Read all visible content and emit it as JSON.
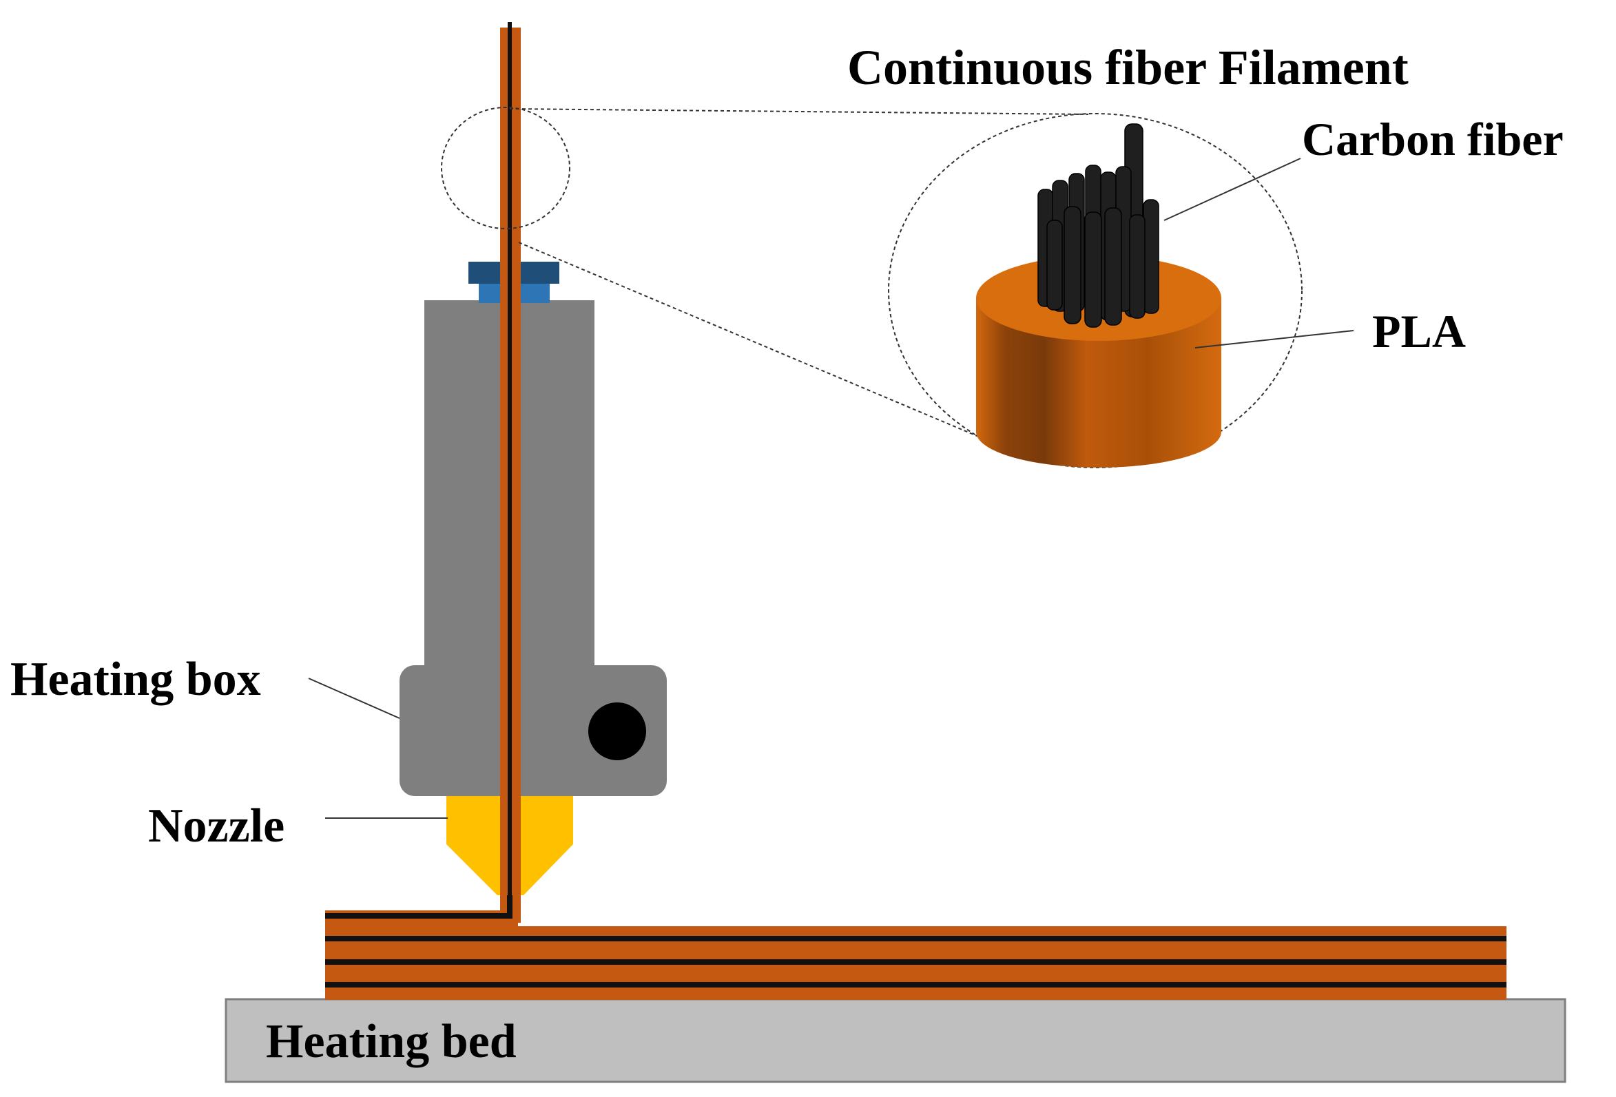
{
  "labels": {
    "filament": "Continuous fiber Filament",
    "carbon_fiber": "Carbon fiber",
    "pla": "PLA",
    "heating_box": "Heating box",
    "nozzle": "Nozzle",
    "heating_bed": "Heating bed"
  },
  "colors": {
    "pla": "#C65911",
    "pla_light": "#D96E0F",
    "pla_dark": "#7A3A0A",
    "carbon": "#1F1F1F",
    "heater": "#7F7F7F",
    "coupler_dark": "#1F4E79",
    "coupler": "#2E75B6",
    "nozzle": "#FFC000",
    "bed": "#BFBFBF"
  }
}
